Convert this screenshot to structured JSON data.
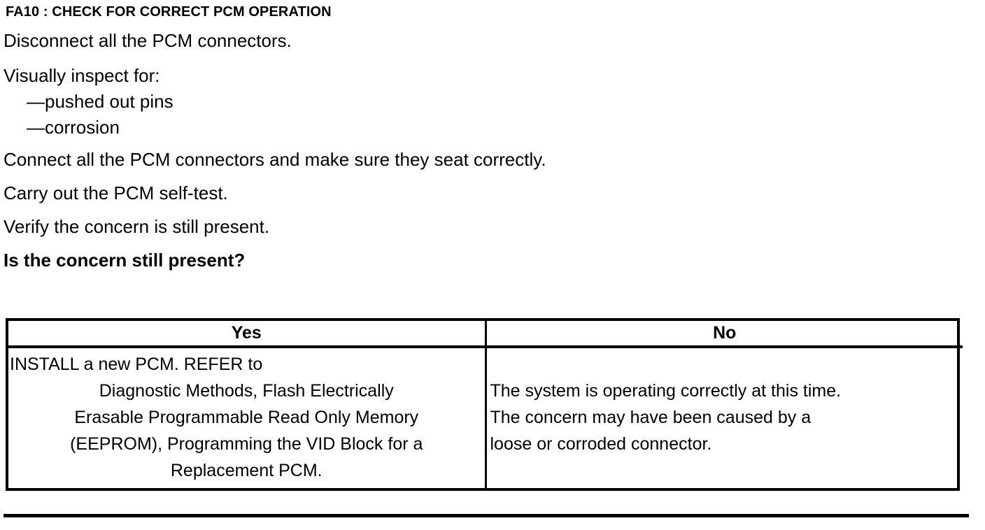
{
  "document": {
    "step_title": "FA10 : CHECK FOR CORRECT PCM OPERATION"
  },
  "instructions": [
    {
      "text": "Disconnect all the PCM connectors.",
      "style": "normal"
    },
    {
      "text": "Visually inspect for:",
      "style": "tight"
    },
    {
      "text": "—pushed out pins",
      "style": "dash"
    },
    {
      "text": "—corrosion",
      "style": "dash"
    },
    {
      "text": "Connect all the PCM connectors and make sure they seat correctly.",
      "style": "after-dash"
    },
    {
      "text": "Carry out the PCM self-test.",
      "style": "normal"
    },
    {
      "text": "Verify the concern is still present.",
      "style": "normal"
    },
    {
      "text": "Is the concern still present?",
      "style": "question"
    }
  ],
  "decision_table": {
    "headers": {
      "yes": "Yes",
      "no": "No"
    },
    "yes_cell": {
      "full_text": "INSTALL a new PCM. REFER to Diagnostic Methods, Flash Electrically Erasable Programmable Read Only Memory (EEPROM), Programming the VID Block for a Replacement PCM.",
      "lines": [
        "INSTALL a new PCM. REFER to",
        "Diagnostic Methods, Flash Electrically",
        "Erasable Programmable Read Only Memory",
        "(EEPROM), Programming the VID Block for a",
        "Replacement PCM."
      ]
    },
    "no_cell": {
      "full_text": "The system is operating correctly at this time. The concern may have been caused by a loose or corroded connector.",
      "lines": [
        "The system is operating correctly at this time.",
        "The concern may have been caused by a",
        "loose or corroded connector."
      ]
    }
  },
  "colors": {
    "ink": "#000000",
    "paper": "#ffffff"
  }
}
